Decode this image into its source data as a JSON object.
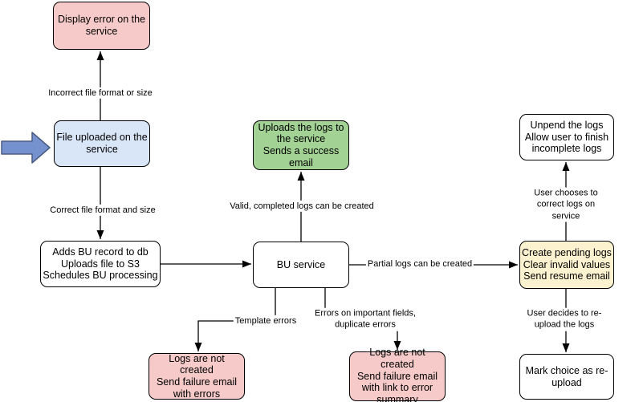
{
  "nodes": {
    "display_error": "Display error on the\nservice",
    "file_uploaded": "File uploaded on the\nservice",
    "adds_bu": "Adds BU record to db\nUploads file to S3\nSchedules BU processing",
    "bu_service": "BU service",
    "uploads_logs": "Uploads the logs to\nthe service\nSends a success\nemail",
    "unpend": "Unpend the logs\nAllow user to finish\nincomplete logs",
    "create_pending": "Create pending logs\nClear invalid values\nSend resume email",
    "mark_choice": "Mark choice as re-\nupload",
    "logs_failure_errors": "Logs are not created\nSend failure email\nwith errors",
    "logs_failure_summary": "Logs are not created\nSend failure email\nwith link to error\nsummary"
  },
  "edge_labels": {
    "incorrect_format": "Incorrect file format or size",
    "correct_format": "Correct file format and size",
    "valid_logs": "Valid, completed logs can be created",
    "partial_logs": "Partial logs can be created",
    "template_errors": "Template errors",
    "important_field_errors": "Errors on important fields,\nduplicate errors",
    "user_corrects": "User chooses to correct logs on service",
    "user_reuploads": "User decides to re-upload the logs"
  },
  "colors": {
    "error_node_fill": "#f5cac8",
    "start_node_fill": "#d9e6f8",
    "success_node_fill": "#a2d294",
    "pending_node_fill": "#fcf2cf",
    "process_node_fill": "#ffffff",
    "node_border": "#000000",
    "edge_stroke": "#000000",
    "entry_arrow_fill": "#7592cf",
    "entry_arrow_stroke": "#4a5b84"
  }
}
